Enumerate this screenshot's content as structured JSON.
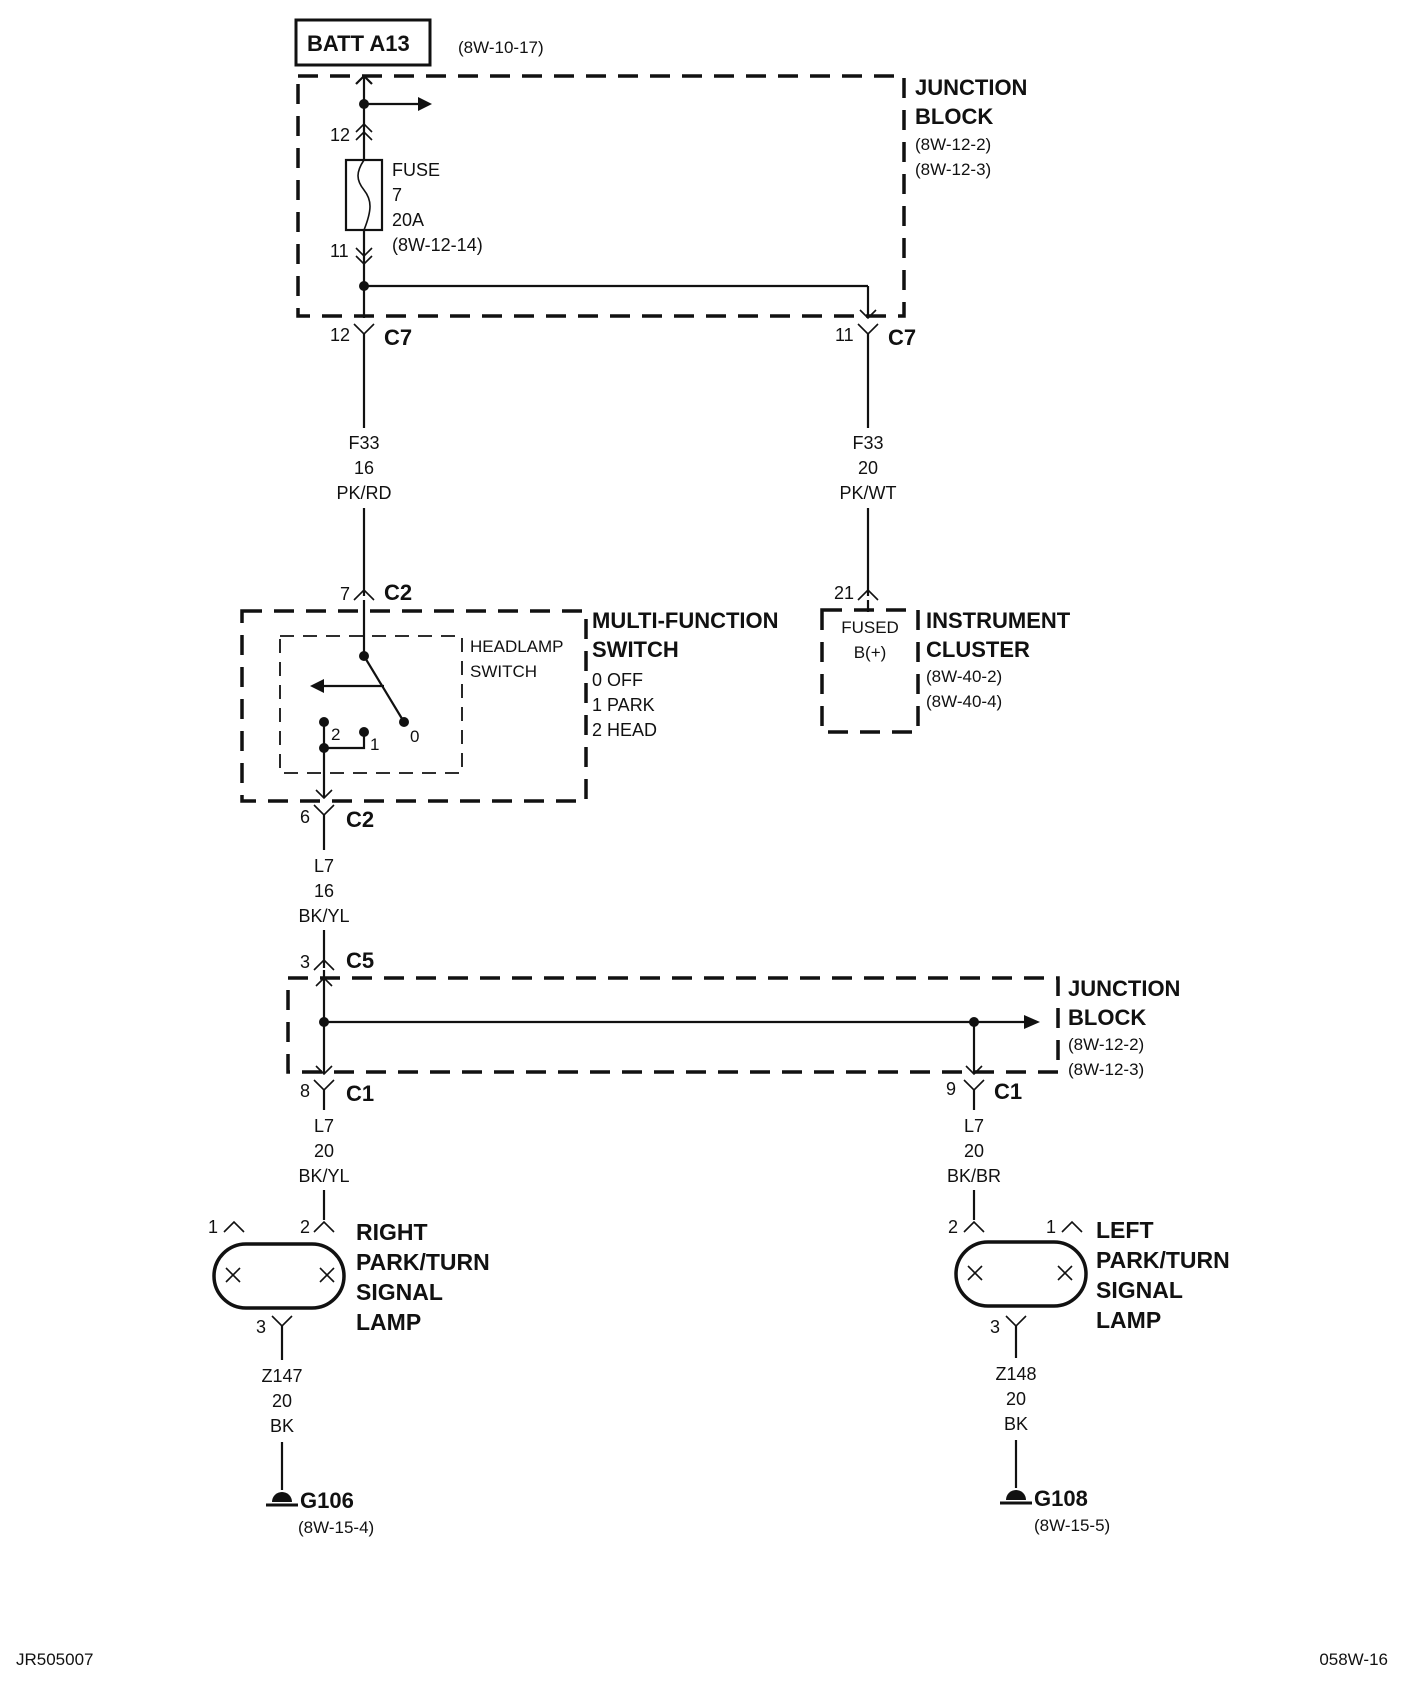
{
  "battery": {
    "label": "BATT A13",
    "ref": "(8W-10-17)"
  },
  "junction_block_top": {
    "title1": "JUNCTION",
    "title2": "BLOCK",
    "ref1": "(8W-12-2)",
    "ref2": "(8W-12-3)"
  },
  "fuse": {
    "label": "FUSE",
    "number": "7",
    "rating": "20A",
    "ref": "(8W-12-14)",
    "pin_in": "12",
    "pin_out": "11"
  },
  "connector_c7_left": {
    "pin": "12",
    "name": "C7"
  },
  "connector_c7_right": {
    "pin": "11",
    "name": "C7"
  },
  "wire_f33_left": {
    "circuit": "F33",
    "gauge": "16",
    "color": "PK/RD"
  },
  "wire_f33_right": {
    "circuit": "F33",
    "gauge": "20",
    "color": "PK/WT"
  },
  "multifunction_switch": {
    "top_pin": "7",
    "top_conn": "C2",
    "title1": "MULTI-FUNCTION",
    "title2": "SWITCH",
    "pos0": "0 OFF",
    "pos1": "1 PARK",
    "pos2": "2 HEAD",
    "inner1": "HEADLAMP",
    "inner2": "SWITCH",
    "contact2": "2",
    "contact1": "1",
    "contact0": "0",
    "bottom_pin": "6",
    "bottom_conn": "C2"
  },
  "instrument_cluster": {
    "pin": "21",
    "inner1": "FUSED",
    "inner2": "B(+)",
    "title1": "INSTRUMENT",
    "title2": "CLUSTER",
    "ref1": "(8W-40-2)",
    "ref2": "(8W-40-4)"
  },
  "wire_l7_mid": {
    "circuit": "L7",
    "gauge": "16",
    "color": "BK/YL"
  },
  "junction_block_bottom": {
    "in_pin": "3",
    "in_conn": "C5",
    "title1": "JUNCTION",
    "title2": "BLOCK",
    "ref1": "(8W-12-2)",
    "ref2": "(8W-12-3)",
    "out_left_pin": "8",
    "out_left_conn": "C1",
    "out_right_pin": "9",
    "out_right_conn": "C1"
  },
  "wire_l7_left": {
    "circuit": "L7",
    "gauge": "20",
    "color": "BK/YL"
  },
  "wire_l7_right": {
    "circuit": "L7",
    "gauge": "20",
    "color": "BK/BR"
  },
  "right_lamp": {
    "pin1": "1",
    "pin2": "2",
    "pin3": "3",
    "title": [
      "RIGHT",
      "PARK/TURN",
      "SIGNAL",
      "LAMP"
    ]
  },
  "left_lamp": {
    "pin1": "1",
    "pin2": "2",
    "pin3": "3",
    "title": [
      "LEFT",
      "PARK/TURN",
      "SIGNAL",
      "LAMP"
    ]
  },
  "wire_z147": {
    "circuit": "Z147",
    "gauge": "20",
    "color": "BK"
  },
  "wire_z148": {
    "circuit": "Z148",
    "gauge": "20",
    "color": "BK"
  },
  "ground_g106": {
    "name": "G106",
    "ref": "(8W-15-4)"
  },
  "ground_g108": {
    "name": "G108",
    "ref": "(8W-15-5)"
  },
  "footer": {
    "left": "JR505007",
    "right": "058W-16"
  }
}
